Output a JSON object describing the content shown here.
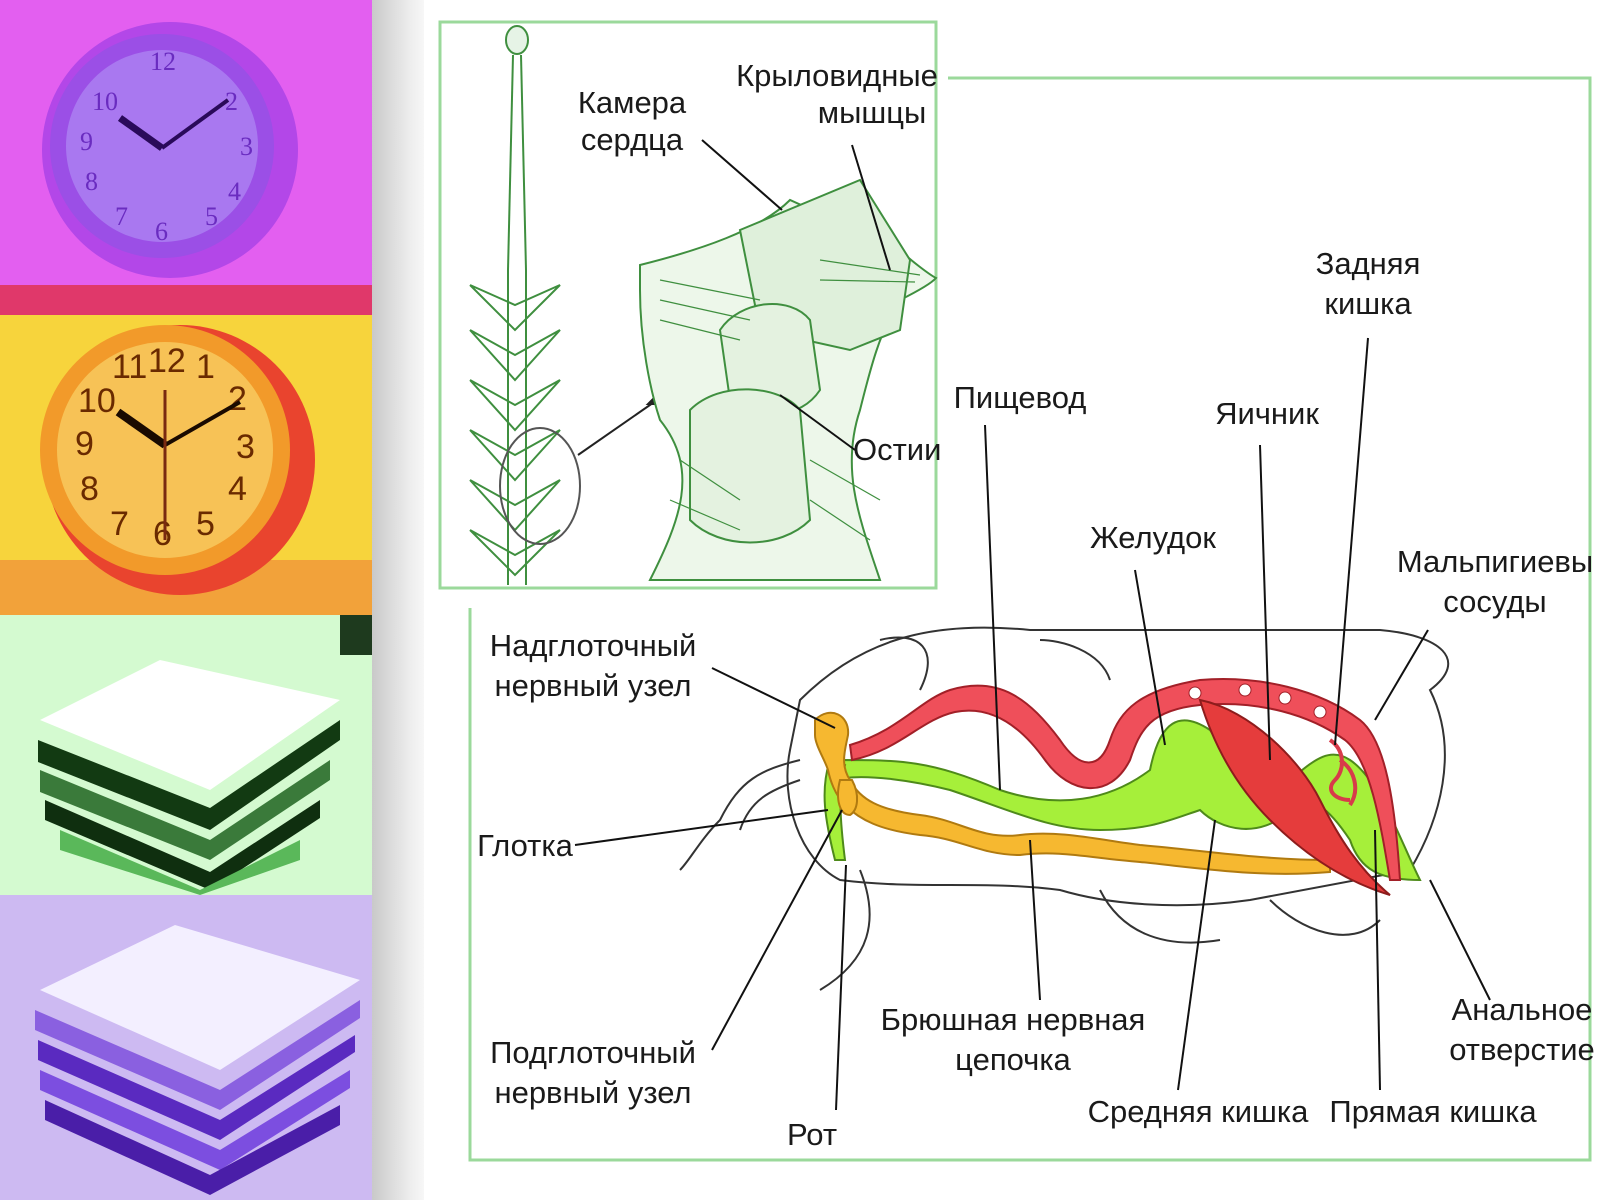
{
  "labels": {
    "heart_chamber": [
      "Камера",
      "сердца"
    ],
    "alary_muscles": [
      "Крыловидные",
      "мышцы"
    ],
    "ostia": "Остии",
    "hindgut": [
      "Задняя",
      "кишка"
    ],
    "esophagus": "Пищевод",
    "ovary": "Яичник",
    "stomach": "Желудок",
    "malpighian": [
      "Мальпигиевы",
      "сосуды"
    ],
    "supra_ganglion": [
      "Надглоточный",
      "нервный узел"
    ],
    "pharynx": "Глотка",
    "sub_ganglion": [
      "Подглоточный",
      "нервный узел"
    ],
    "mouth": "Рот",
    "ventral_cord": [
      "Брюшная нервная",
      "цепочка"
    ],
    "midgut": "Средняя кишка",
    "rectum": "Прямая кишка",
    "anus": [
      "Анальное",
      "отверстие"
    ]
  },
  "colors": {
    "heart_drawing": "#3f8f3f",
    "frame_line": "#9bd99b",
    "digestive_green": "#a6ef3a",
    "nervous_orange": "#f6b830",
    "vessel_red": "#ef4f5a",
    "ovary_red": "#e53c3c"
  },
  "sidebar_panels": [
    {
      "name": "magenta-clock-photo",
      "bg": "#e05ce8"
    },
    {
      "name": "orange-clock-photo",
      "bg": "#f5d23a"
    },
    {
      "name": "green-books-photo",
      "bg": "#c8f7c8"
    },
    {
      "name": "purple-books-photo",
      "bg": "#c9b4f0"
    }
  ]
}
